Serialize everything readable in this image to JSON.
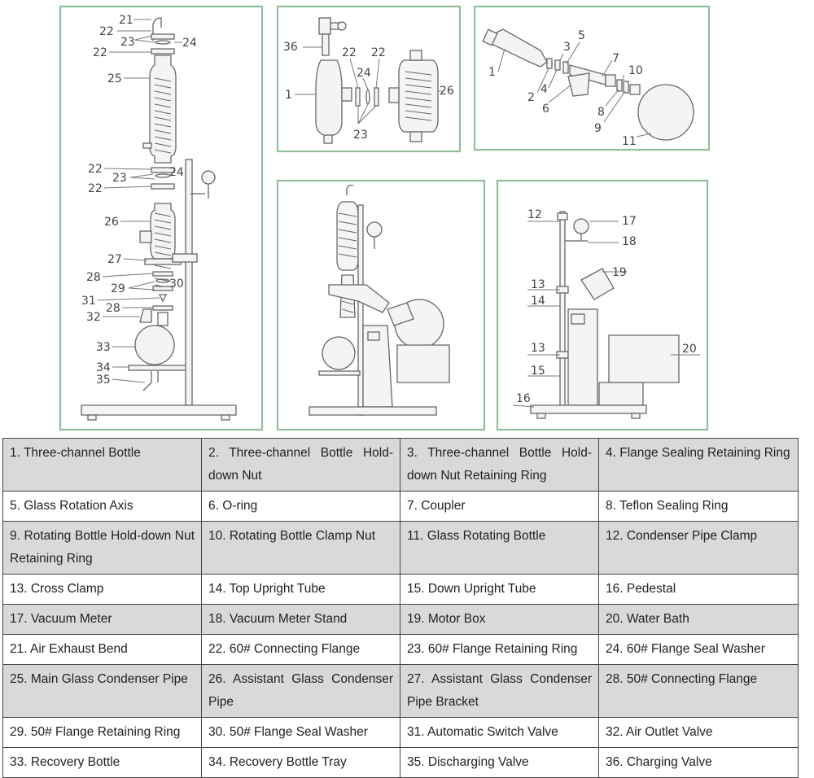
{
  "callouts": {
    "p1": [
      "21",
      "22",
      "23",
      "24",
      "22",
      "25",
      "22",
      "24",
      "23",
      "22",
      "26",
      "27",
      "28",
      "29",
      "30",
      "31",
      "28",
      "32",
      "33",
      "34",
      "35"
    ],
    "p2": [
      "36",
      "22",
      "22",
      "24",
      "1",
      "26",
      "23"
    ],
    "p3": [
      "1",
      "2",
      "3",
      "4",
      "5",
      "6",
      "7",
      "8",
      "9",
      "10",
      "11"
    ],
    "p5": [
      "12",
      "17",
      "18",
      "19",
      "13",
      "14",
      "13",
      "15",
      "20",
      "16"
    ]
  },
  "parts": [
    [
      "1. Three-channel Bottle",
      "2. Three-channel Bottle Hold-down Nut",
      "3. Three-channel Bottle Hold-down Nut Retaining Ring",
      "4. Flange Sealing Retaining Ring"
    ],
    [
      "5. Glass Rotation Axis",
      "6. O-ring",
      "7. Coupler",
      "8. Teflon Sealing Ring"
    ],
    [
      "9. Rotating Bottle Hold-down Nut Retaining Ring",
      "10. Rotating Bottle Clamp Nut",
      "11. Glass Rotating Bottle",
      "12. Condenser Pipe Clamp"
    ],
    [
      "13. Cross Clamp",
      "14. Top Upright Tube",
      "15. Down Upright Tube",
      "16. Pedestal"
    ],
    [
      "17. Vacuum Meter",
      "18. Vacuum Meter Stand",
      "19. Motor Box",
      "20. Water Bath"
    ],
    [
      "21. Air Exhaust Bend",
      "22. 60# Connecting Flange",
      "23. 60# Flange Retaining Ring",
      "24. 60# Flange Seal Washer"
    ],
    [
      "25. Main Glass Condenser Pipe",
      "26. Assistant Glass Condenser Pipe",
      "27. Assistant Glass Condenser Pipe Bracket",
      "28. 50# Connecting Flange"
    ],
    [
      "29. 50# Flange Retaining Ring",
      "30. 50# Flange Seal Washer",
      "31. Automatic Switch Valve",
      "32. Air Outlet Valve"
    ],
    [
      "33. Recovery Bottle",
      "34. Recovery Bottle Tray",
      "35. Discharging Valve",
      "36. Charging Valve"
    ]
  ],
  "colors": {
    "frame": "#8fbf9a",
    "shade": "#d9d9d9"
  }
}
